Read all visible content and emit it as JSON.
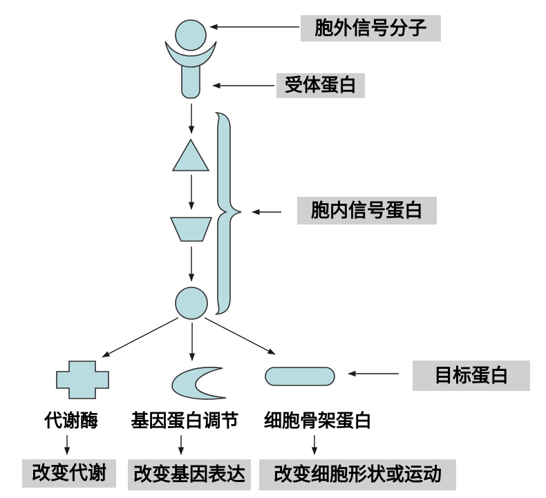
{
  "diagram": {
    "title_none": "",
    "colors": {
      "shape_fill": "#b9dce1",
      "shape_stroke": "#2e2e2e",
      "label_bg": "#d0d0d0",
      "line": "#1a1a1a",
      "text": "#000000",
      "background": "#ffffff"
    },
    "labels": {
      "extracellular_signal": "胞外信号分子",
      "receptor_protein": "受体蛋白",
      "intracellular_signal": "胞内信号蛋白",
      "target_protein": "目标蛋白"
    },
    "branch_labels": {
      "metabolic_enzyme": "代谢酶",
      "gene_regulation": "基因蛋白调节",
      "cytoskeleton": "细胞骨架蛋白"
    },
    "outcomes": {
      "metabolism": "改变代谢",
      "gene_expression": "改变基因表达",
      "cell_shape": "改变细胞形状或运动"
    },
    "shape_names": [
      "signal-molecule-circle",
      "receptor-cup",
      "receptor-stem",
      "relay-triangle",
      "relay-trapezoid",
      "relay-circle",
      "pathway-brace",
      "enzyme-cross-shape",
      "gene-crescent-shape",
      "cytoskeleton-pill-shape"
    ]
  }
}
